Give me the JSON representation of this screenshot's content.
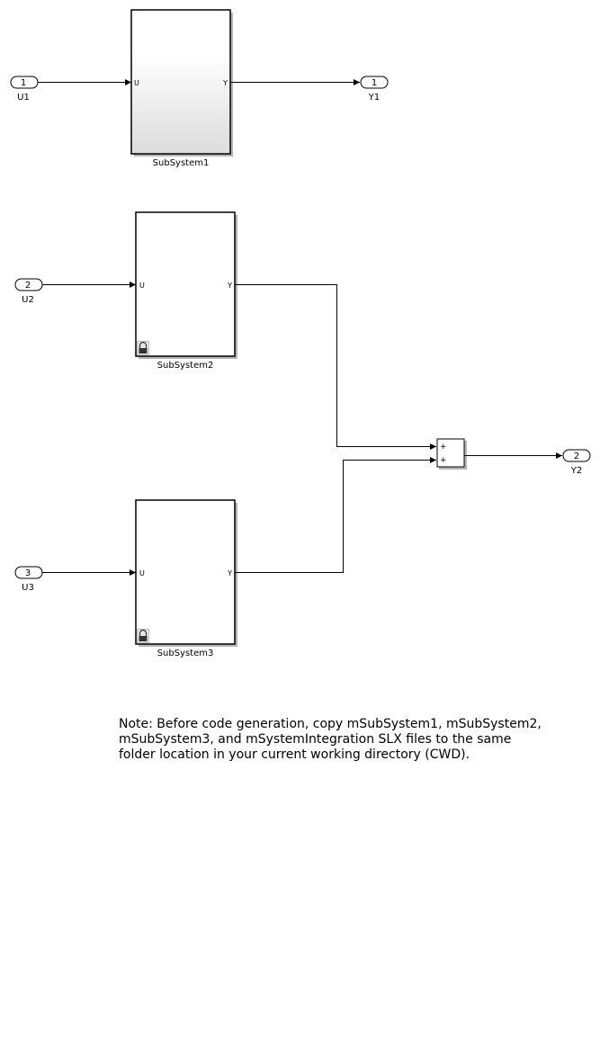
{
  "inports": [
    {
      "num": "1",
      "label": "U1"
    },
    {
      "num": "2",
      "label": "U2"
    },
    {
      "num": "3",
      "label": "U3"
    }
  ],
  "outports": [
    {
      "num": "1",
      "label": "Y1"
    },
    {
      "num": "2",
      "label": "Y2"
    }
  ],
  "subsystems": [
    {
      "name": "SubSystem1",
      "in_port": "U",
      "out_port": "Y",
      "locked": false
    },
    {
      "name": "SubSystem2",
      "in_port": "U",
      "out_port": "Y",
      "locked": true
    },
    {
      "name": "SubSystem3",
      "in_port": "U",
      "out_port": "Y",
      "locked": true
    }
  ],
  "sum_block": {
    "signs": [
      "+",
      "+"
    ]
  },
  "note": "Note: Before code generation, copy mSubSystem1, mSubSystem2, mSubSystem3, and mSystemIntegration SLX files to the same folder location in your current working directory (CWD).",
  "colors": {
    "line": "#000000",
    "block_fill": "#ffffff",
    "shadow": "#9a9a9a"
  }
}
